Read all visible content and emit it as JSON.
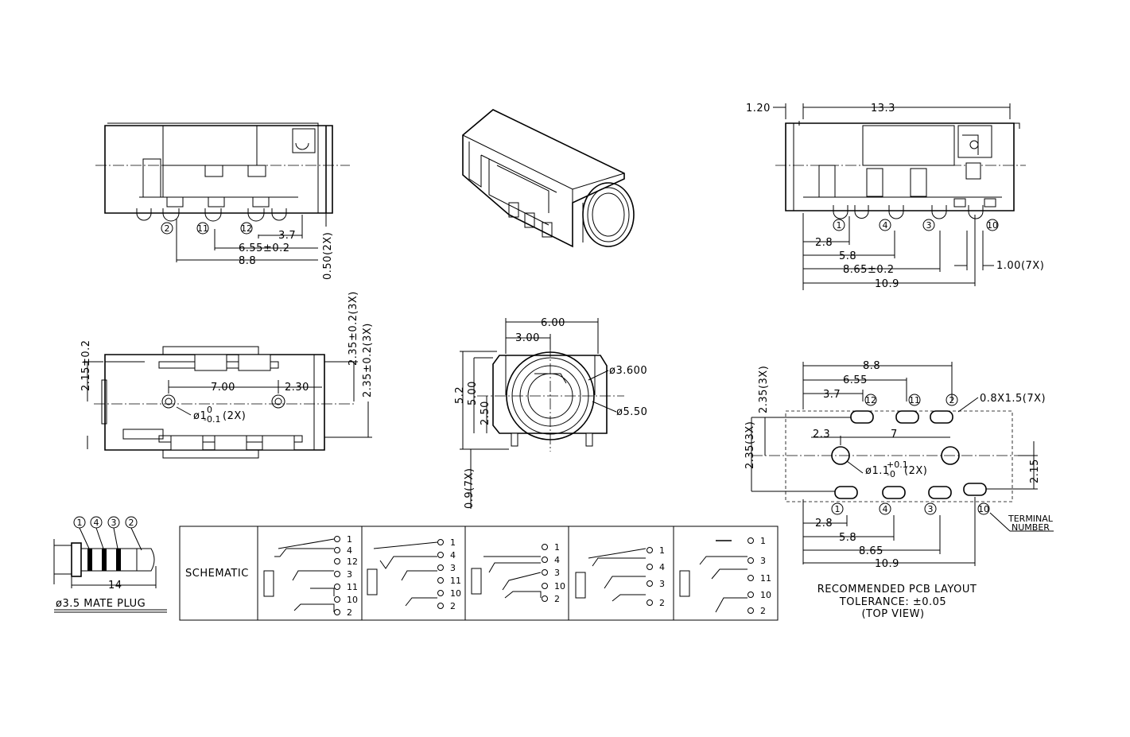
{
  "side_left": {
    "pins": [
      "2",
      "11",
      "12"
    ],
    "dims": {
      "d1": "3.7",
      "d2": "6.55±0.2",
      "d3": "8.8",
      "d4": "0.50(2X)"
    }
  },
  "side_right": {
    "pins": [
      "1",
      "4",
      "3",
      "10"
    ],
    "dims": {
      "top_left": "1.20",
      "top_width": "13.3",
      "d1": "2.8",
      "d2": "5.8",
      "d3": "8.65±0.2",
      "d4": "10.9",
      "d5": "1.00(7X)"
    }
  },
  "bottom_view": {
    "dims": {
      "height": "2.15±0.2",
      "span": "7.00",
      "offset": "2.30",
      "hole": "ø1",
      "hole_tol_top": "0",
      "hole_tol_bot": "-0.1",
      "hole_count": "(2X)",
      "v1": "2.35±0.2(3X)",
      "v2": "2.35±0.2(3X)"
    }
  },
  "front_view": {
    "dims": {
      "width": "6.00",
      "half": "3.00",
      "height": "5.2",
      "h2": "5.00",
      "h3": "2.50",
      "pin": "0.9(7X)",
      "d_inner": "ø3.600",
      "d_outer": "ø5.50"
    }
  },
  "pcb_layout": {
    "top_pins": [
      "12",
      "11",
      "2"
    ],
    "bottom_pins": [
      "1",
      "4",
      "3",
      "10"
    ],
    "dims": {
      "t1": "8.8",
      "t2": "6.55",
      "t3": "3.7",
      "pad": "0.8X1.5(7X)",
      "v1": "2.35(3X)",
      "v2": "2.35(3X)",
      "a": "2.3",
      "b": "7",
      "hole": "ø1.1",
      "hole_tol_top": "+0.1",
      "hole_tol_bot": "-0",
      "hole_count": "(2X)",
      "r": "2.15",
      "b1": "2.8",
      "b2": "5.8",
      "b3": "8.65",
      "b4": "10.9"
    },
    "terminal_label_1": "TERMINAL",
    "terminal_label_2": "NUMBER",
    "caption_1": "RECOMMENDED PCB LAYOUT",
    "caption_2": "TOLERANCE: ±0.05",
    "caption_3": "(TOP VIEW)"
  },
  "plug": {
    "pins": [
      "1",
      "4",
      "3",
      "2"
    ],
    "length": "14",
    "caption": "ø3.5 MATE PLUG"
  },
  "schematic": {
    "label": "SCHEMATIC",
    "blocks": [
      {
        "pins": [
          "1",
          "4",
          "12",
          "3",
          "11",
          "10",
          "2"
        ]
      },
      {
        "pins": [
          "1",
          "4",
          "3",
          "11",
          "10",
          "2"
        ]
      },
      {
        "pins": [
          "1",
          "4",
          "3",
          "10",
          "2"
        ]
      },
      {
        "pins": [
          "1",
          "4",
          "3",
          "2"
        ]
      },
      {
        "pins": [
          "1",
          "3",
          "11",
          "10",
          "2"
        ]
      }
    ]
  }
}
